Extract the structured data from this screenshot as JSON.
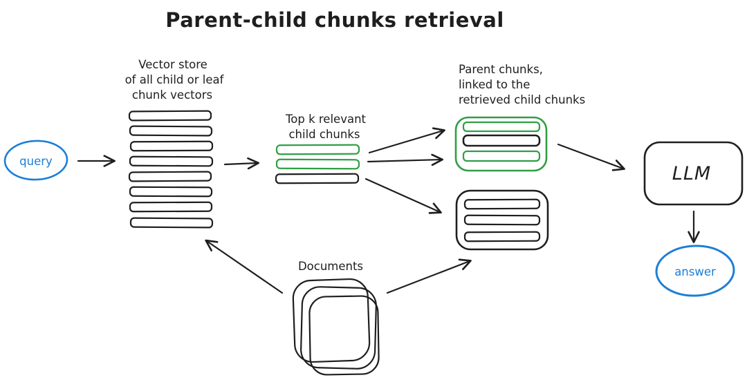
{
  "title": "Parent-child chunks retrieval",
  "colors": {
    "ink": "#1e1e1e",
    "blue": "#1c7ed6",
    "green": "#2f9e44",
    "canvas": "#ffffff"
  },
  "nodes": {
    "query": {
      "label": "query"
    },
    "vector_store": {
      "label_line1": "Vector store",
      "label_line2": "of all child or leaf",
      "label_line3": "chunk vectors",
      "chunk_count": 8
    },
    "top_k": {
      "label_line1": "Top k relevant",
      "label_line2": "child chunks",
      "chunk_count": 3,
      "chunk_stroke_colors": [
        "green",
        "green",
        "ink"
      ]
    },
    "parent_linked": {
      "label_line1": "Parent chunks,",
      "label_line2": "linked to the",
      "label_line3": "retrieved child chunks",
      "chunk_count": 3,
      "box_stroke_color": "green",
      "chunk_stroke_colors": [
        "green",
        "ink",
        "green"
      ]
    },
    "parent_other": {
      "chunk_count": 3,
      "box_stroke_color": "ink",
      "chunk_stroke_colors": [
        "ink",
        "ink",
        "ink"
      ]
    },
    "llm": {
      "label": "LLM"
    },
    "answer": {
      "label": "answer"
    },
    "documents": {
      "label": "Documents",
      "page_count": 3
    }
  },
  "edges": [
    {
      "from": "query",
      "to": "vector-store"
    },
    {
      "from": "vector-store",
      "to": "top-k-chunks"
    },
    {
      "from": "top-k-chunk-1",
      "to": "parent-linked-box"
    },
    {
      "from": "top-k-chunk-2",
      "to": "parent-linked-box"
    },
    {
      "from": "top-k-chunk-3",
      "to": "parent-other-box"
    },
    {
      "from": "parent-linked-box",
      "to": "llm"
    },
    {
      "from": "llm",
      "to": "answer"
    },
    {
      "from": "documents",
      "to": "vector-store"
    },
    {
      "from": "documents",
      "to": "parent-other-box"
    }
  ]
}
